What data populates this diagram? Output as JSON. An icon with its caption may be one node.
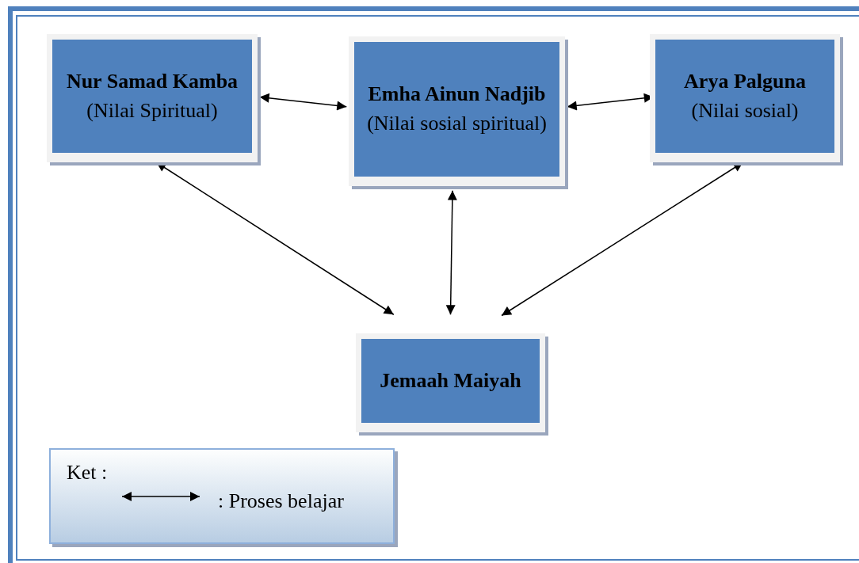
{
  "diagram": {
    "nodes": [
      {
        "text": [
          "Nur Samad Kamba",
          "(Nilai Spiritual)"
        ]
      },
      {
        "text": [
          "Emha Ainun Nadjib",
          "(Nilai sosial spiritual)"
        ]
      },
      {
        "text": [
          "Arya Palguna",
          "(Nilai sosial)"
        ]
      },
      {
        "text": [
          "Jemaah Maiyah"
        ]
      }
    ],
    "edges": [
      {
        "from": 0,
        "to": 1,
        "arrow": "both"
      },
      {
        "from": 1,
        "to": 2,
        "arrow": "both"
      },
      {
        "from": 0,
        "to": 3,
        "arrow": "both"
      },
      {
        "from": 1,
        "to": 3,
        "arrow": "both"
      },
      {
        "from": 2,
        "to": 3,
        "arrow": "both"
      }
    ],
    "labels": [
      "Ket :"
    ],
    "legend": [
      {
        "text": ": Proses belajar"
      }
    ]
  }
}
